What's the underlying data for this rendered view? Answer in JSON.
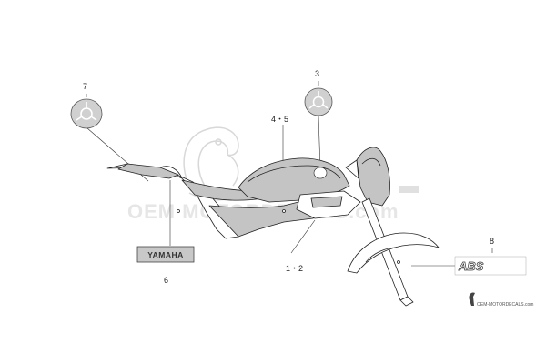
{
  "callouts": {
    "c1": "7",
    "c2": "3",
    "c3": "4・5",
    "c4": "6",
    "c5": "1・2",
    "c6": "8"
  },
  "decals": {
    "brand_text": "YAMAHA",
    "abs_text": "ABS"
  },
  "watermark": {
    "main": "OEM MOTORDECALS.com",
    "small": "OEM-MOTORDECALS.com"
  },
  "colors": {
    "line": "#222222",
    "shade": "#c4c4c4",
    "watermark": "#e6e6e6"
  }
}
